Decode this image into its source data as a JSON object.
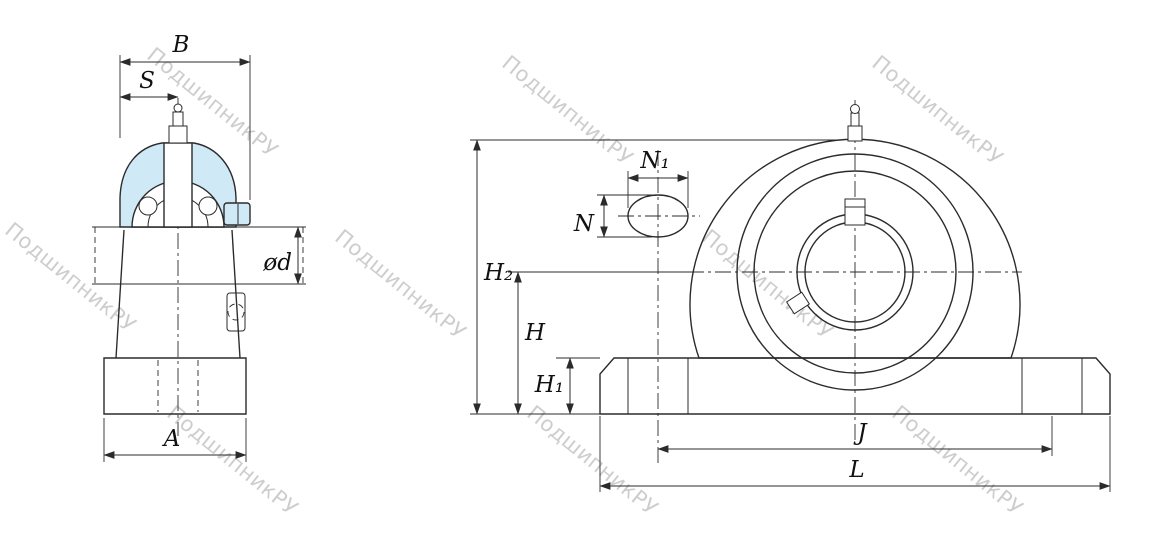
{
  "watermark": {
    "text": "ПодшипникРУ"
  },
  "drawing": {
    "colors": {
      "line": "#2b2b2b",
      "highlight": "#cfe9f7",
      "watermark": "#bdbdbd",
      "background": "#ffffff"
    },
    "left_view": {
      "dims": {
        "B": "B",
        "S": "S",
        "od": "ød",
        "A": "A"
      }
    },
    "front_view": {
      "dims": {
        "N1": "N₁",
        "N": "N",
        "H2": "H₂",
        "H": "H",
        "H1": "H₁",
        "J": "J",
        "L": "L"
      }
    }
  }
}
